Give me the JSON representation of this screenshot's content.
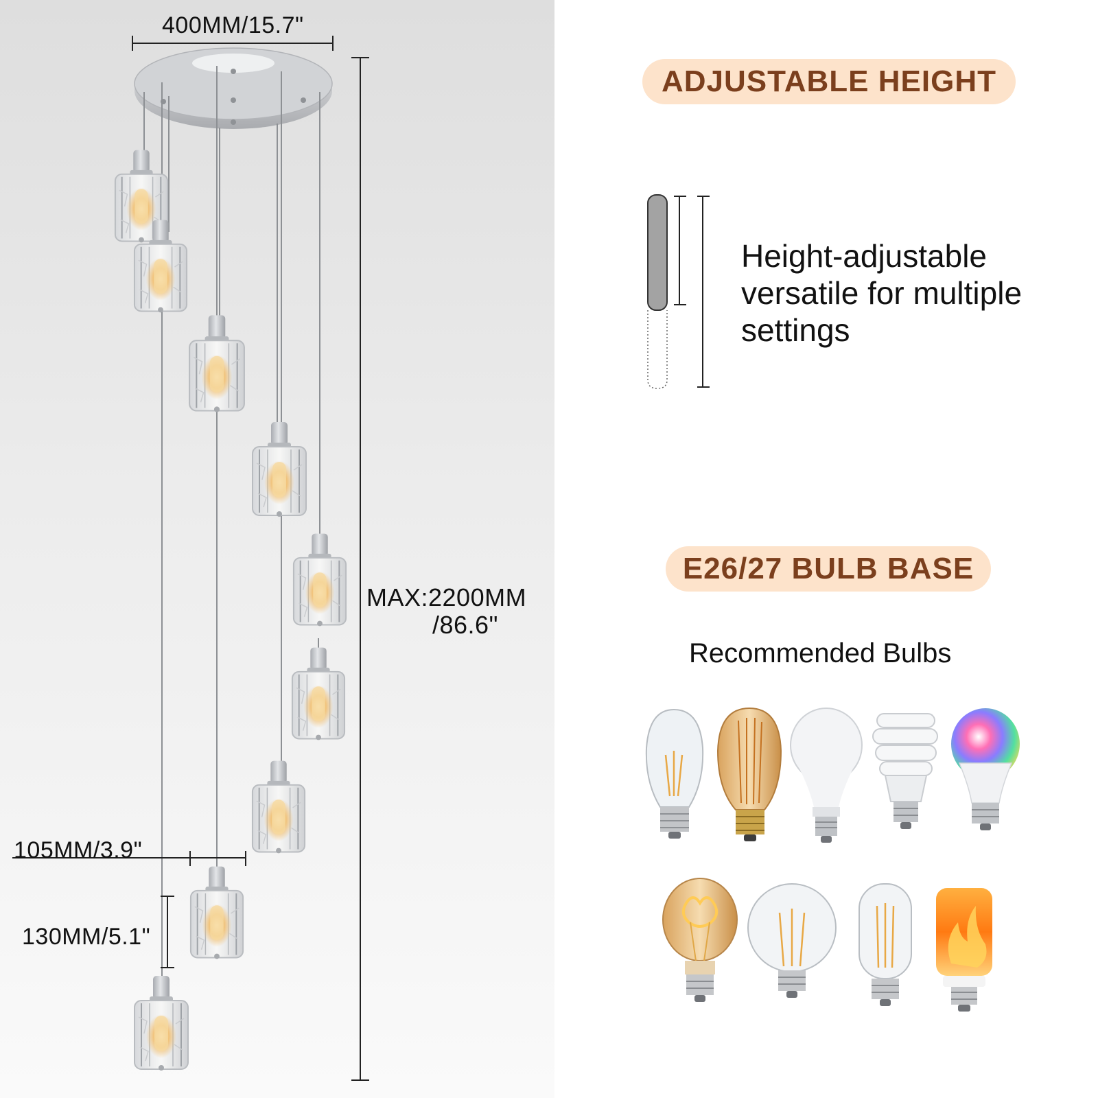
{
  "dimensions": {
    "canopy_width": "400MM/15.7\"",
    "max_height_line1": "MAX:2200MM",
    "max_height_line2": "/86.6\"",
    "shade_width": "105MM/3.9\"",
    "shade_height": "130MM/5.1\""
  },
  "features": {
    "adjustable_height_title": "ADJUSTABLE HEIGHT",
    "adjustable_height_text": "Height-adjustable\nversatile for multiple\nsettings",
    "bulb_base_title": "E26/27 BULB BASE",
    "recommended_title": "Recommended Bulbs"
  },
  "colors": {
    "pill_background": "#fde3cb",
    "pill_text": "#7b3f1d",
    "chrome": "#c4c6c9"
  },
  "icons": {
    "pendants": "crystal-pendant-icon",
    "bulbs": [
      "st64-filament-bulb-icon",
      "amber-edison-bulb-icon",
      "led-a19-bulb-icon",
      "cfl-spiral-bulb-icon",
      "rgb-smart-bulb-icon",
      "spiral-filament-bulb-icon",
      "globe-filament-bulb-icon",
      "tubular-filament-bulb-icon",
      "flame-effect-bulb-icon"
    ]
  }
}
